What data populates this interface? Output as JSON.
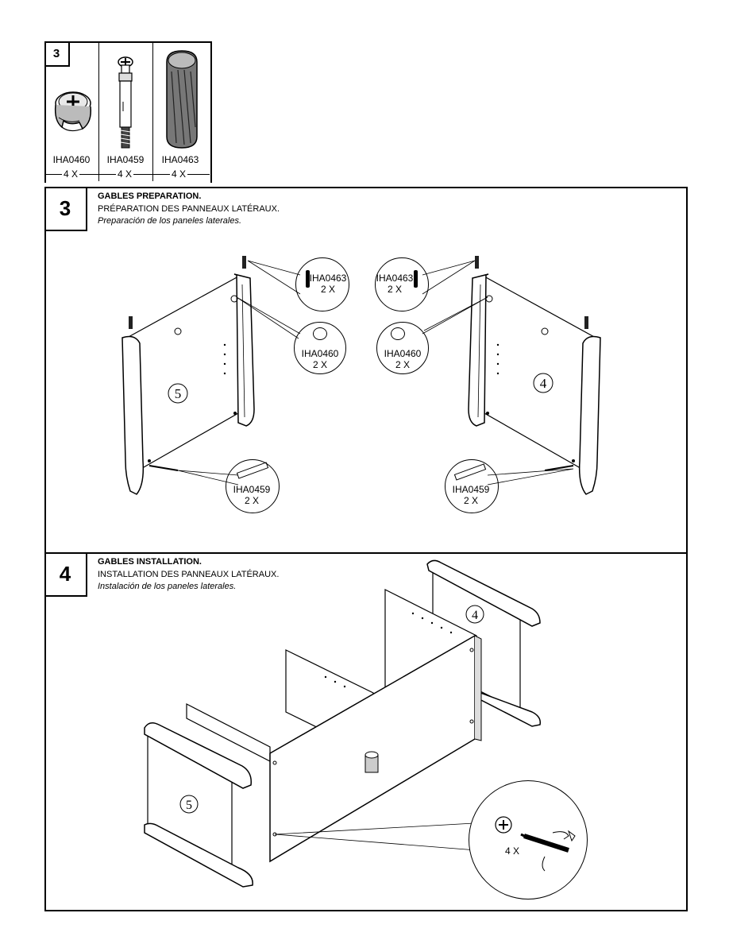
{
  "parts": {
    "step": "3",
    "items": [
      {
        "code": "IHA0460",
        "qty": "4 X",
        "icon": "cam-lock-icon"
      },
      {
        "code": "IHA0459",
        "qty": "4 X",
        "icon": "cam-bolt-icon"
      },
      {
        "code": "IHA0463",
        "qty": "4 X",
        "icon": "wood-dowel-icon"
      }
    ]
  },
  "step3": {
    "number": "3",
    "title_en": "GABLES PREPARATION.",
    "title_fr": "PRÉPARATION DES PANNEAUX LATÉRAUX.",
    "title_es": "Preparación de los paneles laterales.",
    "left": {
      "panel_number": "5",
      "dowel_code": "IHA0463",
      "dowel_qty": "2 X",
      "cam_code": "IHA0460",
      "cam_qty": "2 X",
      "bolt_code": "IHA0459",
      "bolt_qty": "2 X"
    },
    "right": {
      "panel_number": "4",
      "dowel_code": "IHA0463",
      "dowel_qty": "2 X",
      "cam_code": "IHA0460",
      "cam_qty": "2 X",
      "bolt_code": "IHA0459",
      "bolt_qty": "2 X"
    }
  },
  "step4": {
    "number": "4",
    "title_en": "GABLES INSTALLATION.",
    "title_fr": "INSTALLATION DES PANNEAUX LATÉRAUX.",
    "title_es": "Instalación de los paneles laterales.",
    "panel_left": "5",
    "panel_right": "4",
    "callout_qty": "4 X"
  }
}
